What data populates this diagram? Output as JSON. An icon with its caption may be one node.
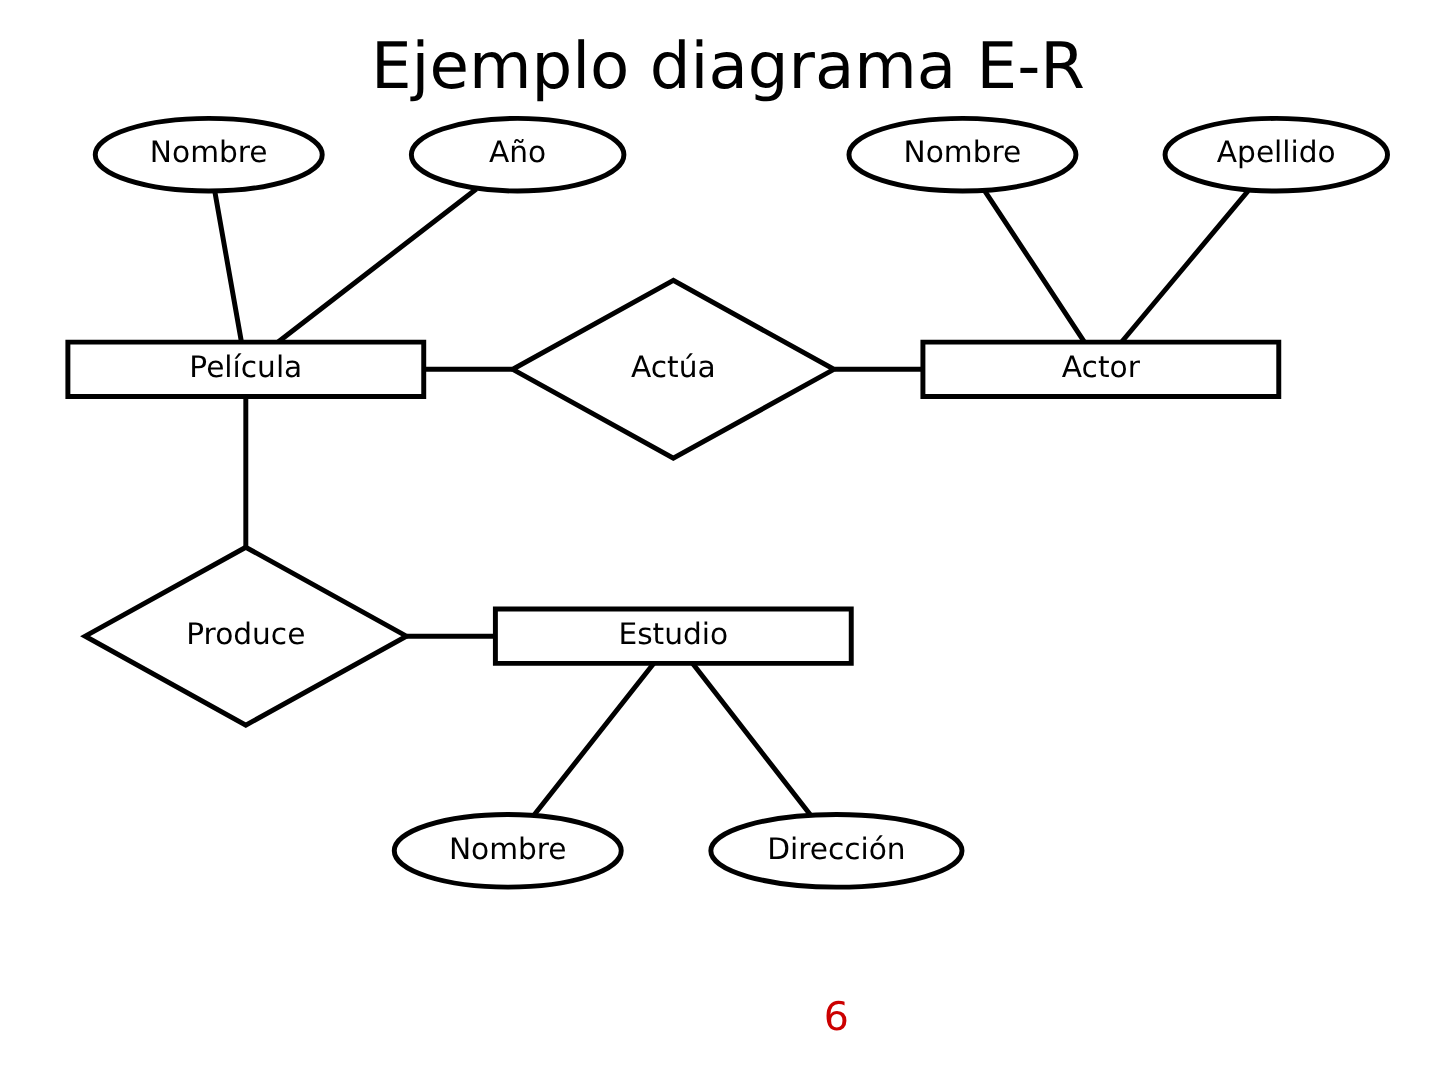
{
  "diagram": {
    "title": "Ejemplo diagrama E-R",
    "nodes": [
      {
        "text": [
          "Nombre"
        ]
      },
      {
        "text": [
          "Año"
        ]
      },
      {
        "text": [
          "Nombre"
        ]
      },
      {
        "text": [
          "Apellido"
        ]
      },
      {
        "text": [
          "Película"
        ]
      },
      {
        "text": [
          "Actúa"
        ]
      },
      {
        "text": [
          "Actor"
        ]
      },
      {
        "text": [
          "Produce"
        ]
      },
      {
        "text": [
          "Estudio"
        ]
      },
      {
        "text": [
          "Nombre"
        ]
      },
      {
        "text": [
          "Dirección"
        ]
      }
    ],
    "edges": [
      {
        "from": 0,
        "to": 4,
        "arrow": "none"
      },
      {
        "from": 1,
        "to": 4,
        "arrow": "none"
      },
      {
        "from": 2,
        "to": 6,
        "arrow": "none"
      },
      {
        "from": 3,
        "to": 6,
        "arrow": "none"
      },
      {
        "from": 4,
        "to": 5,
        "arrow": "none"
      },
      {
        "from": 5,
        "to": 6,
        "arrow": "none"
      },
      {
        "from": 4,
        "to": 7,
        "arrow": "none"
      },
      {
        "from": 7,
        "to": 8,
        "arrow": "none"
      },
      {
        "from": 8,
        "to": 9,
        "arrow": "none"
      },
      {
        "from": 8,
        "to": 10,
        "arrow": "none"
      }
    ],
    "labels": [
      "6"
    ]
  }
}
